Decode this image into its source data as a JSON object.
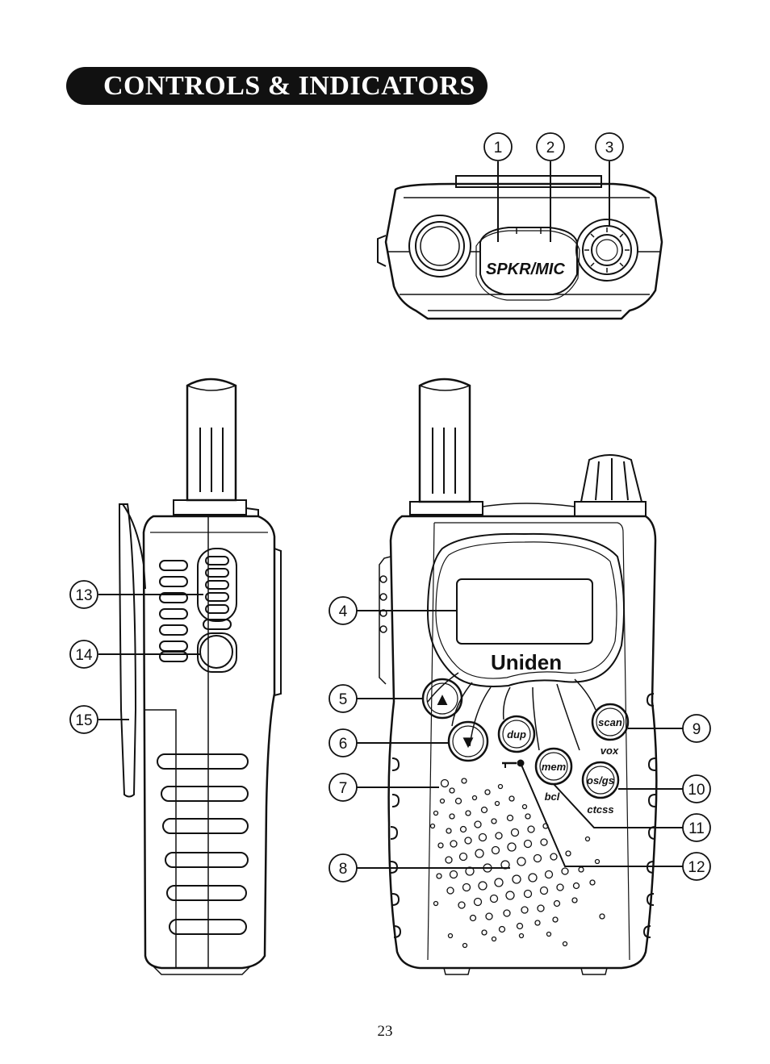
{
  "page": {
    "title": "CONTROLS & INDICATORS",
    "page_number": "23"
  },
  "top_view": {
    "spkr_mic_label": "SPKR/MIC",
    "callouts": [
      "1",
      "2",
      "3"
    ]
  },
  "front_view": {
    "brand": "Uniden",
    "buttons": {
      "up_symbol": "▲",
      "down_symbol": "▼",
      "dup": "dup",
      "mem": "mem",
      "scan": "scan",
      "os_gs": "os/gs"
    },
    "sub_labels": {
      "vox": "vox",
      "bcl": "bcl",
      "ctcss": "ctcss"
    },
    "callouts": [
      "4",
      "5",
      "6",
      "7",
      "8",
      "9",
      "10",
      "11",
      "12"
    ]
  },
  "side_view": {
    "callouts": [
      "13",
      "14",
      "15"
    ]
  },
  "colors": {
    "ink": "#111111",
    "paper": "#ffffff"
  }
}
